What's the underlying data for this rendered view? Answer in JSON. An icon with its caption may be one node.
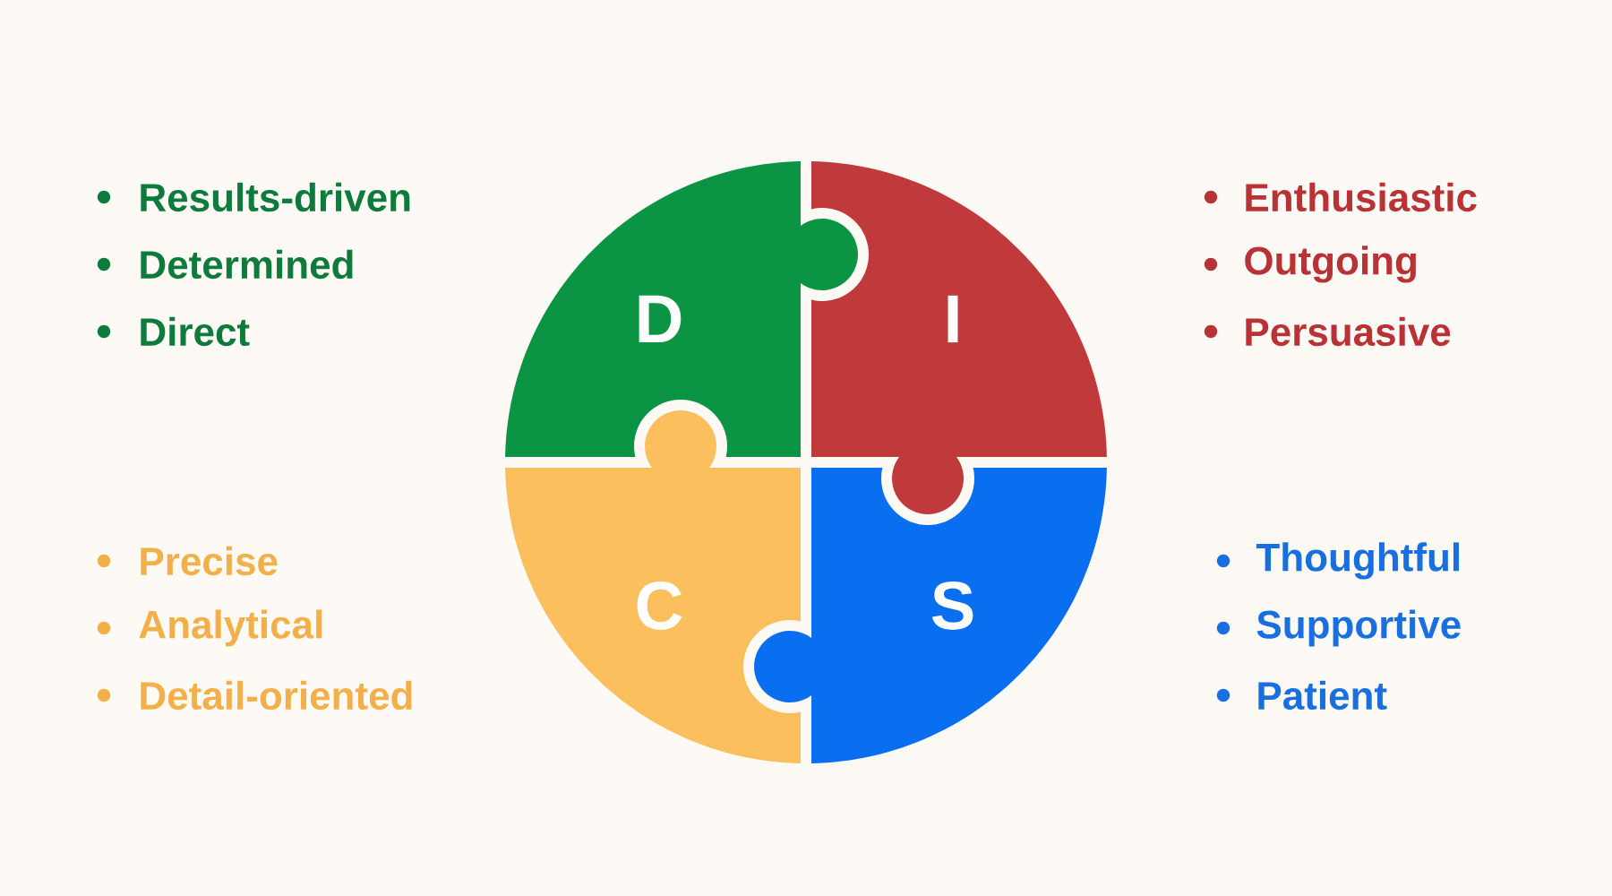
{
  "diagram": {
    "nodes": [
      {
        "text": [
          "D"
        ]
      },
      {
        "text": [
          "I"
        ]
      },
      {
        "text": [
          "C"
        ]
      },
      {
        "text": [
          "S"
        ]
      }
    ],
    "labels": [
      "Results-driven",
      "Determined",
      "Direct",
      "Enthusiastic",
      "Outgoing",
      "Persuasive",
      "Precise",
      "Analytical",
      "Detail-oriented",
      "Thoughtful",
      "Supportive",
      "Patient"
    ]
  }
}
